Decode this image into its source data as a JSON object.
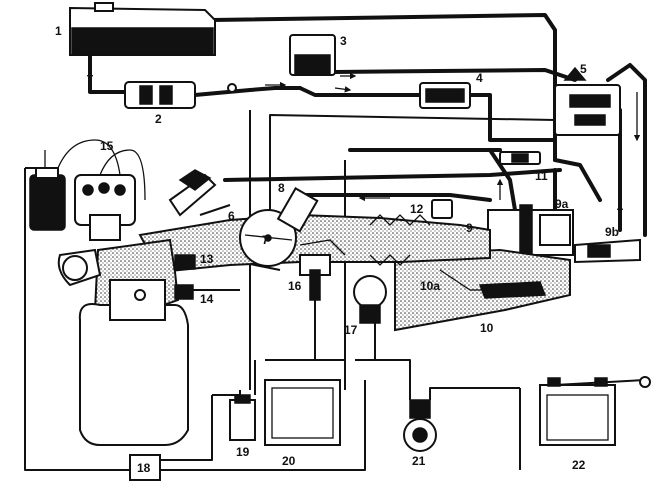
{
  "labels": {
    "l1": "1",
    "l2": "2",
    "l3": "3",
    "l4": "4",
    "l5": "5",
    "l6": "6",
    "l7": "7",
    "l8": "8",
    "l9": "9",
    "l9a": "9a",
    "l9b": "9b",
    "l10": "10",
    "l10a": "10a",
    "l11": "11",
    "l12": "12",
    "l13": "13",
    "l14": "14",
    "l15": "15",
    "l16": "16",
    "l17": "17",
    "l18": "18",
    "l19": "19",
    "l20": "20",
    "l21": "21",
    "l22": "22"
  }
}
